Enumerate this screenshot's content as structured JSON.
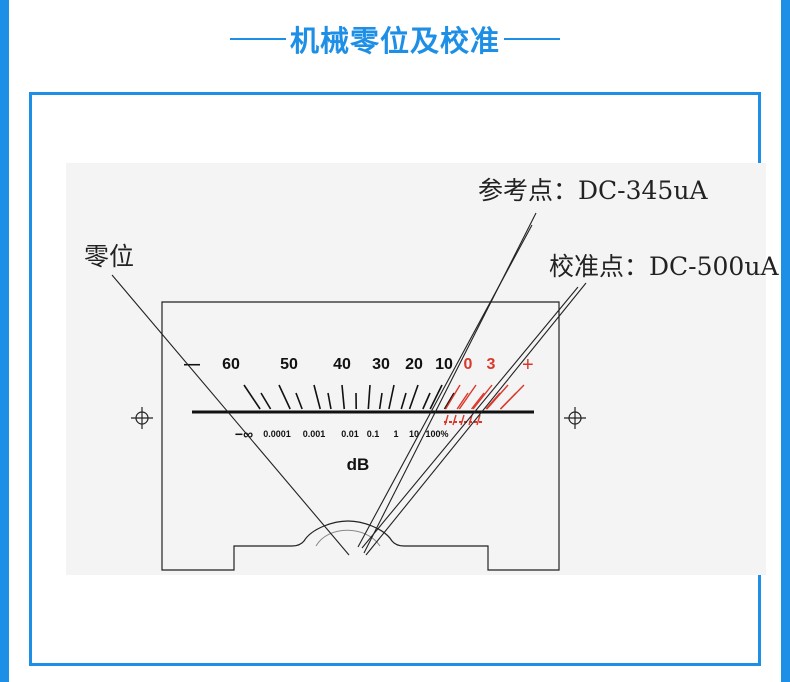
{
  "title": "机械零位及校准",
  "labels": {
    "zero": "零位",
    "reference": "参考点：DC-345uA",
    "calibration": "校准点：DC-500uA"
  },
  "meter": {
    "minus_sign": "—",
    "plus_sign": "+",
    "db_scale": [
      "60",
      "50",
      "40",
      "30",
      "20",
      "10",
      "0",
      "3"
    ],
    "db_scale_colors": [
      "#111111",
      "#111111",
      "#111111",
      "#111111",
      "#111111",
      "#111111",
      "#d9382b",
      "#d9382b"
    ],
    "infinity": "−∞",
    "percent_scale": [
      "0.0001",
      "0.001",
      "0.01",
      "0.1",
      "1",
      "10",
      "100%"
    ],
    "unit": "dB",
    "mount_symbol": "⌖"
  },
  "colors": {
    "accent": "#1e8fe6",
    "red_zone": "#d9382b",
    "ink": "#111111"
  }
}
